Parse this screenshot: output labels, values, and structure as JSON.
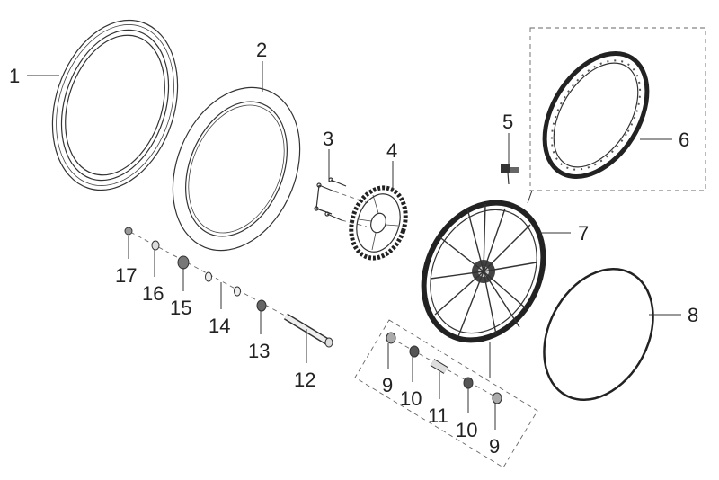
{
  "callouts": {
    "c1": "1",
    "c2": "2",
    "c3": "3",
    "c4": "4",
    "c5": "5",
    "c6": "6",
    "c7": "7",
    "c8": "8",
    "c9a": "9",
    "c9b": "9",
    "c10a": "10",
    "c10b": "10",
    "c11": "11",
    "c12": "12",
    "c13": "13",
    "c14": "14",
    "c15": "15",
    "c16": "16",
    "c17": "17"
  }
}
